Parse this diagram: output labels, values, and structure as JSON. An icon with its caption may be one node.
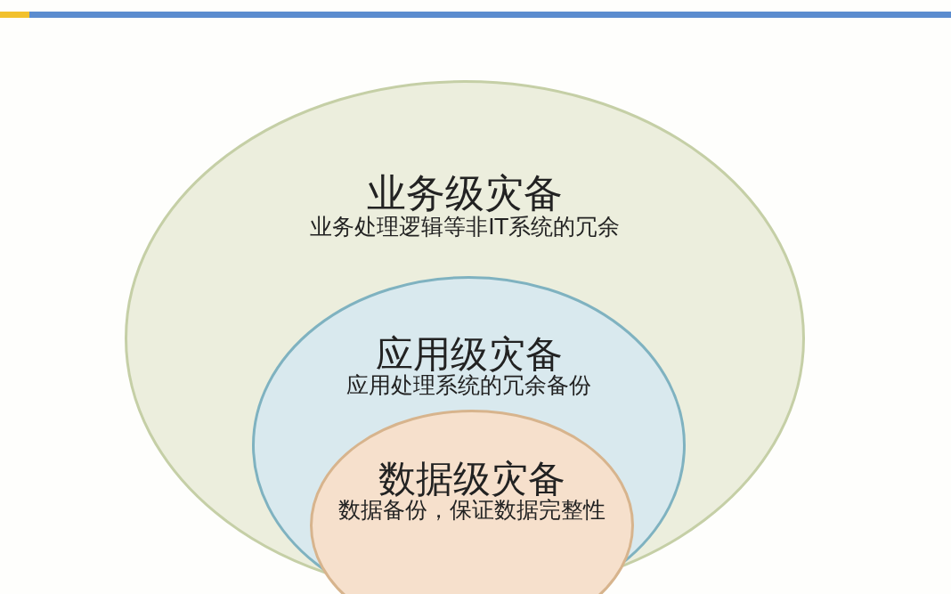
{
  "diagram": {
    "nodes": [
      {
        "text": [
          "业务级灾备",
          "业务处理逻辑等非IT系统的冗余"
        ]
      },
      {
        "text": [
          "应用级灾备",
          "应用处理系统的冗余备份"
        ],
        "in": 0
      },
      {
        "text": [
          "数据级灾备",
          "数据备份，保证数据完整性"
        ],
        "in": 1
      }
    ]
  }
}
